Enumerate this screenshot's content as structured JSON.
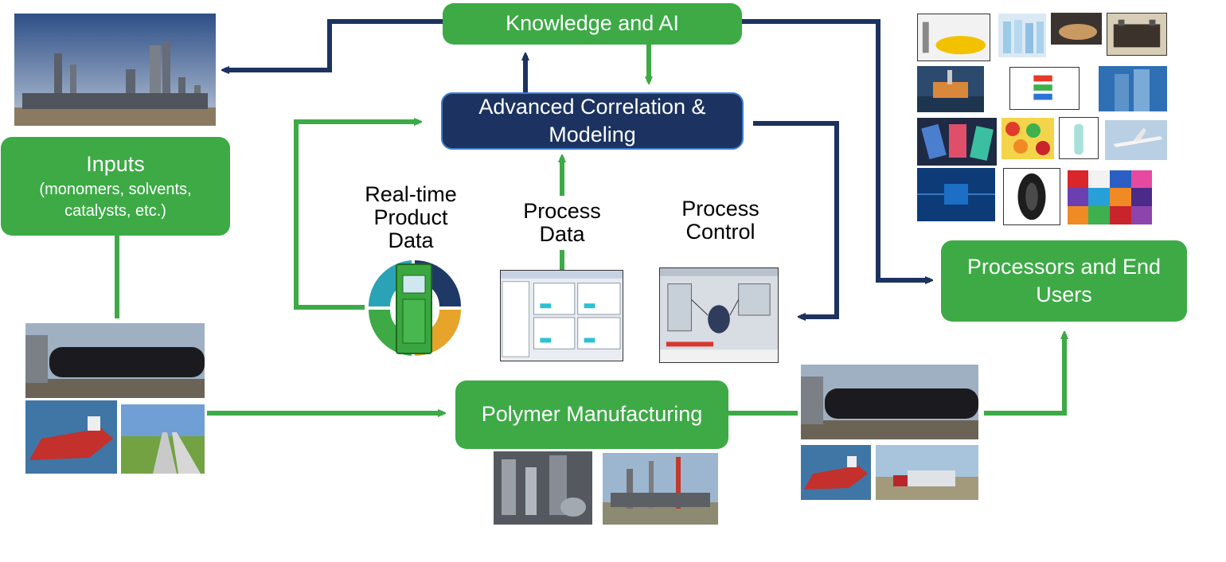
{
  "boxes": {
    "knowledge": "Knowledge and AI",
    "correlation": "Advanced Correlation & Modeling",
    "inputs_title": "Inputs",
    "inputs_sub": "(monomers, solvents, catalysts, etc.)",
    "polymer": "Polymer Manufacturing",
    "processors": "Processors and End Users"
  },
  "labels": {
    "realtime": "Real-time\nProduct\nData",
    "process_data": "Process\nData",
    "process_control": "Process\nControl"
  },
  "colors": {
    "green": "#3daa46",
    "navy": "#1c3260",
    "navy_border": "#3e7dd0",
    "arrow_green": "#3daa46",
    "arrow_navy": "#1c3260"
  },
  "images": [
    "refinery-photo",
    "railcar-photo",
    "tanker-ship-photo",
    "pipeline-photo",
    "analyzer-cabinet-photo",
    "process-data-screenshot",
    "process-control-screenshot",
    "plant-interior-photo",
    "plant-exterior-photo",
    "railcar-photo-2",
    "tanker-ship-photo-2",
    "truck-photo",
    "electric-car-photo",
    "water-bottles-photo",
    "shoe-photo",
    "battery-photo",
    "offshore-rig-photo",
    "color-films-photo",
    "skyscrapers-photo",
    "phones-photo",
    "gummy-bears-photo",
    "bottle-photo",
    "airplane-photo",
    "circuit-board-photo",
    "tire-photo",
    "plastic-pellets-photo"
  ]
}
